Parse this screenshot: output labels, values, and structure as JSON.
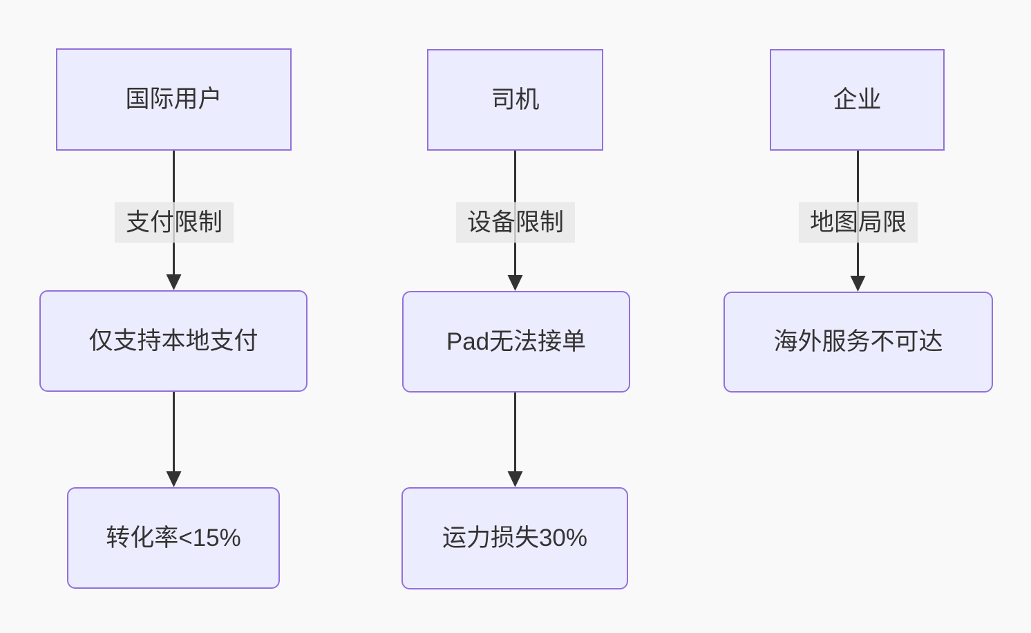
{
  "diagram": {
    "type": "flowchart-top-down",
    "colors": {
      "background": "#f9f9f9",
      "node_fill": "#ECECFF",
      "node_border": "#9370DB",
      "edge_line": "#333333",
      "text": "#333333",
      "edge_label_background": "#e8e8e8"
    },
    "nodes": {
      "intl_user": "国际用户",
      "local_pay": "仅支持本地支付",
      "conversion": "转化率<15%",
      "driver": "司机",
      "pad": "Pad无法接单",
      "capacity": "运力损失30%",
      "enterprise": "企业",
      "overseas": "海外服务不可达"
    },
    "edge_labels": {
      "payment": "支付限制",
      "device": "设备限制",
      "map": "地图局限"
    },
    "edges": [
      {
        "from": "国际用户",
        "label": "支付限制",
        "to": "仅支持本地支付"
      },
      {
        "from": "仅支持本地支付",
        "label": "",
        "to": "转化率<15%"
      },
      {
        "from": "司机",
        "label": "设备限制",
        "to": "Pad无法接单"
      },
      {
        "from": "Pad无法接单",
        "label": "",
        "to": "运力损失30%"
      },
      {
        "from": "企业",
        "label": "地图局限",
        "to": "海外服务不可达"
      }
    ]
  }
}
